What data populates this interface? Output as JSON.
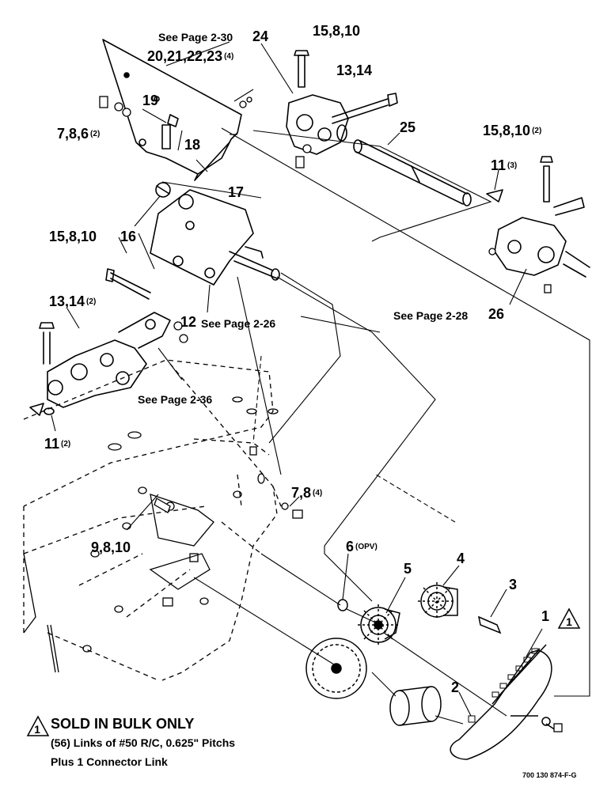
{
  "callouts": {
    "see_page_2_30": "See Page 2-30",
    "c24": "24",
    "c20_23": "20,21,22,23",
    "c20_23_qty": "(4)",
    "c15_8_10_top": "15,8,10",
    "c13_14_top": "13,14",
    "c19": "19",
    "c18": "18",
    "c7_8_6": "7,8,6",
    "c7_8_6_qty": "(2)",
    "c17": "17",
    "c25": "25",
    "c15_8_10_right": "15,8,10",
    "c15_8_10_right_qty": "(2)",
    "c11_right": "11",
    "c11_right_qty": "(3)",
    "c16": "16",
    "c15_8_10_left": "15,8,10",
    "c13_14_left": "13,14",
    "c13_14_left_qty": "(2)",
    "c12": "12",
    "see_page_2_26": "See Page 2-26",
    "see_page_2_28": "See Page 2-28",
    "c26": "26",
    "see_page_2_36": "See Page 2-36",
    "c11_left": "11",
    "c11_left_qty": "(2)",
    "c7_8": "7,8",
    "c7_8_qty": "(4)",
    "c9_8_10": "9,8,10",
    "c6": "6",
    "c6_qty": "(OPV)",
    "c5": "5",
    "c4": "4",
    "c3": "3",
    "c1": "1",
    "c2": "2",
    "triangle_mark": "1"
  },
  "note": {
    "mark": "1",
    "line1": "SOLD IN BULK ONLY",
    "line2": "(56) Links of #50 R/C, 0.625\" Pitchs",
    "line3": "Plus 1 Connector Link"
  },
  "drawing_number": "700 130 874-F-G"
}
